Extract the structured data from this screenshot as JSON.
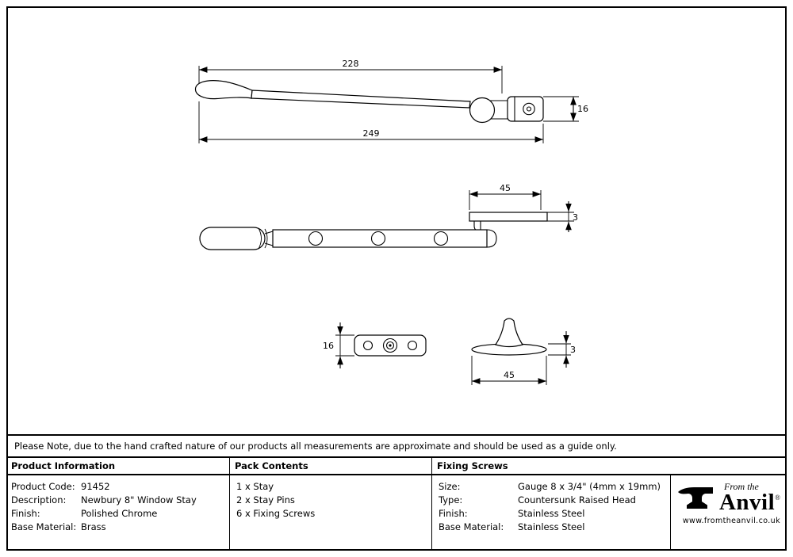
{
  "note": "Please Note, due to the hand crafted nature of our products all measurements are approximate and should be used as a guide only.",
  "drawing": {
    "dim_228": "228",
    "dim_249": "249",
    "dim_16_bracket": "16",
    "dim_45_plate": "45",
    "dim_3_plate": "3",
    "dim_16_fixplate": "16",
    "dim_3_pinbase": "3",
    "dim_45_pinbase": "45"
  },
  "table": {
    "product_info": {
      "header": "Product Information",
      "rows": [
        {
          "label": "Product Code:",
          "value": "91452"
        },
        {
          "label": "Description:",
          "value": "Newbury 8\" Window Stay"
        },
        {
          "label": "Finish:",
          "value": "Polished Chrome"
        },
        {
          "label": "Base Material:",
          "value": "Brass"
        }
      ]
    },
    "pack_contents": {
      "header": "Pack Contents",
      "items": [
        "1 x Stay",
        "2 x Stay Pins",
        "6 x Fixing Screws"
      ]
    },
    "fixing_screws": {
      "header": "Fixing Screws",
      "rows": [
        {
          "label": "Size:",
          "value": "Gauge 8 x 3/4\" (4mm x 19mm)"
        },
        {
          "label": "Type:",
          "value": "Countersunk Raised Head"
        },
        {
          "label": "Finish:",
          "value": "Stainless Steel"
        },
        {
          "label": "Base Material:",
          "value": "Stainless Steel"
        }
      ]
    }
  },
  "logo": {
    "tagline": "From the",
    "name": "Anvil",
    "registered": "®",
    "website": "www.fromtheanvil.co.uk"
  }
}
